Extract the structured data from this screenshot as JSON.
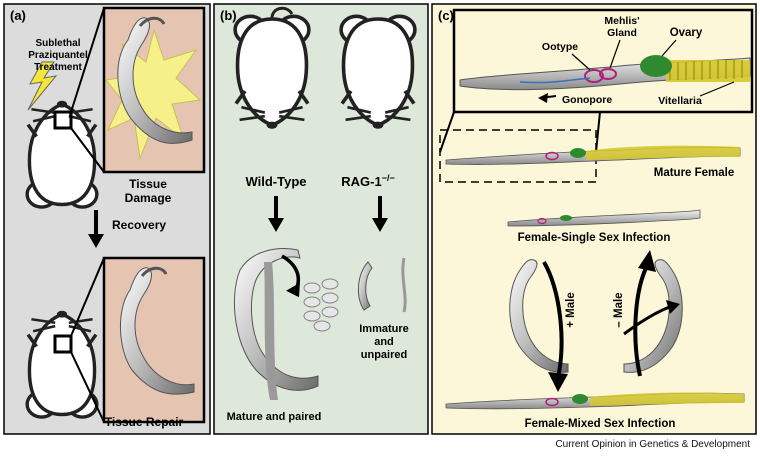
{
  "panel_a": {
    "label": "(a)",
    "treatment": [
      "Sublethal",
      "Praziquantel",
      "Treatment"
    ],
    "damage": [
      "Tissue",
      "Damage"
    ],
    "recovery": "Recovery",
    "repair": "Tissue Repair"
  },
  "panel_b": {
    "label": "(b)",
    "wild_type": "Wild-Type",
    "rag_base": "RAG-1",
    "rag_sup": "−/−",
    "mature_paired": "Mature and paired",
    "immature": [
      "Immature",
      "and",
      "unpaired"
    ]
  },
  "panel_c": {
    "label": "(c)",
    "mehlis": [
      "Mehlis'",
      "Gland"
    ],
    "ovary": "Ovary",
    "ootype": "Ootype",
    "gonopore": "Gonopore",
    "vitellaria": "Vitellaria",
    "mature_female": "Mature Female",
    "single_sex": "Female-Single Sex Infection",
    "plus_male": "+ Male",
    "minus_male": "– Male",
    "mixed_sex": "Female-Mixed Sex Infection"
  },
  "credit": "Current Opinion in Genetics & Development",
  "colors": {
    "panel_a_bg": "#dcdcdc",
    "panel_b_bg": "#dde8da",
    "panel_c_bg": "#fbf7d8",
    "tissue_box": "#e6c4b2",
    "damage_burst": "#f6f08a",
    "ovary": "#2f8a2f",
    "vitellaria": "#d6c82a",
    "gland": "#b0207a"
  }
}
